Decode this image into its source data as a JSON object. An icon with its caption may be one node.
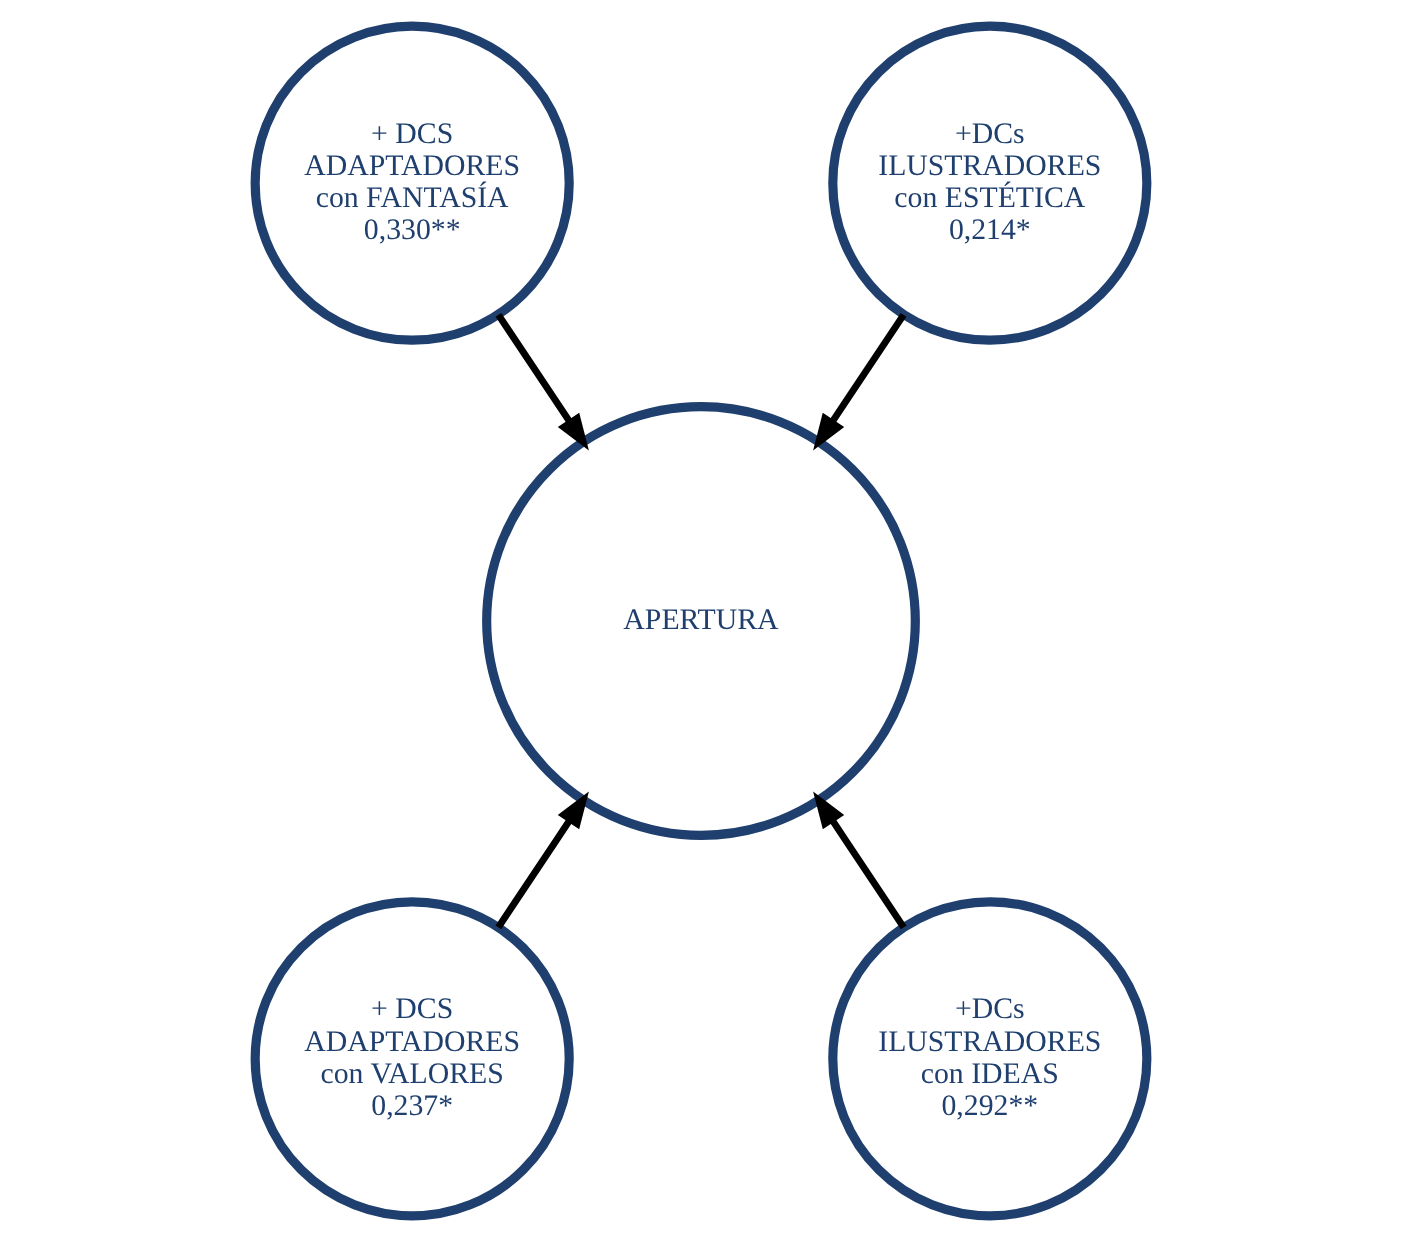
{
  "diagram": {
    "nodes": [
      {
        "text": [
          "+ DCS ADAPTADORES con FANTASÍA",
          "0,330**"
        ]
      },
      {
        "text": [
          "+DCs ILUSTRADORES con ESTÉTICA",
          "0,214*"
        ]
      },
      {
        "text": [
          "APERTURA"
        ]
      },
      {
        "text": [
          "+ DCS ADAPTADORES con VALORES",
          "0,237*"
        ]
      },
      {
        "text": [
          "+DCs ILUSTRADORES con IDEAS 0,292**"
        ]
      }
    ],
    "edges": [
      {
        "from": 0,
        "to": 2,
        "arrow": "to"
      },
      {
        "from": 1,
        "to": 2,
        "arrow": "to"
      },
      {
        "from": 3,
        "to": 2,
        "arrow": "to"
      },
      {
        "from": 4,
        "to": 2,
        "arrow": "to"
      }
    ]
  }
}
